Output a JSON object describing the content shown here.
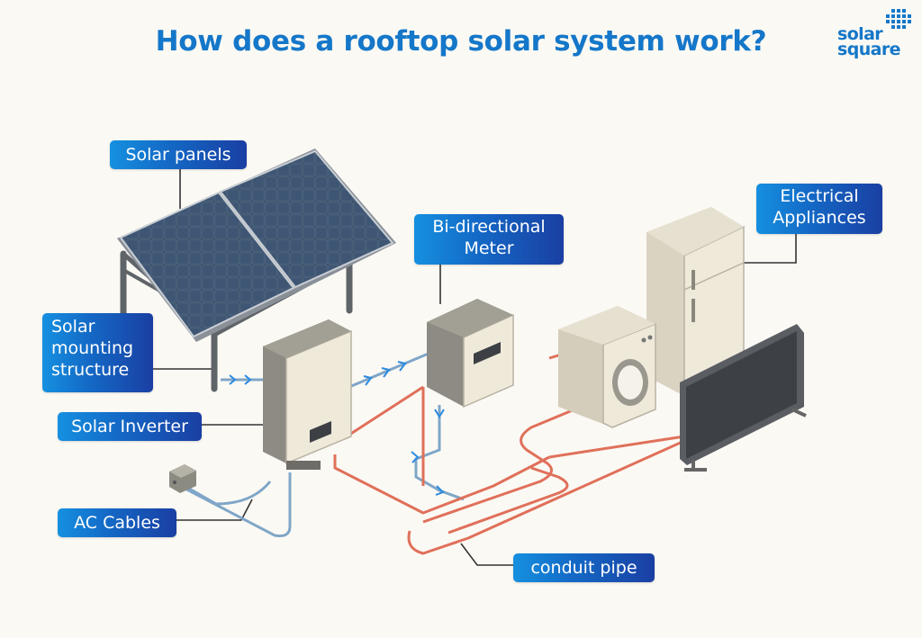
{
  "title": "How does a rooftop solar system work?",
  "logo": {
    "line1": "solar",
    "line2": "square"
  },
  "labels": {
    "solar_panels": "Solar panels",
    "mounting_1": "Solar",
    "mounting_2": "mounting",
    "mounting_3": "structure",
    "inverter": "Solar Inverter",
    "ac_cables": "AC Cables",
    "meter_1": "Bi-directional",
    "meter_2": "Meter",
    "appliances_1": "Electrical",
    "appliances_2": "Appliances",
    "conduit": "conduit pipe"
  },
  "colors": {
    "title": "#1577C9",
    "label_gradient": [
      "#1590E0",
      "#1A3FA3"
    ],
    "dc_cable": "#7FA6C8",
    "conduit_pipe": "#E0705A",
    "panel_cell": "#34465E",
    "background": "#FBF9F4"
  }
}
